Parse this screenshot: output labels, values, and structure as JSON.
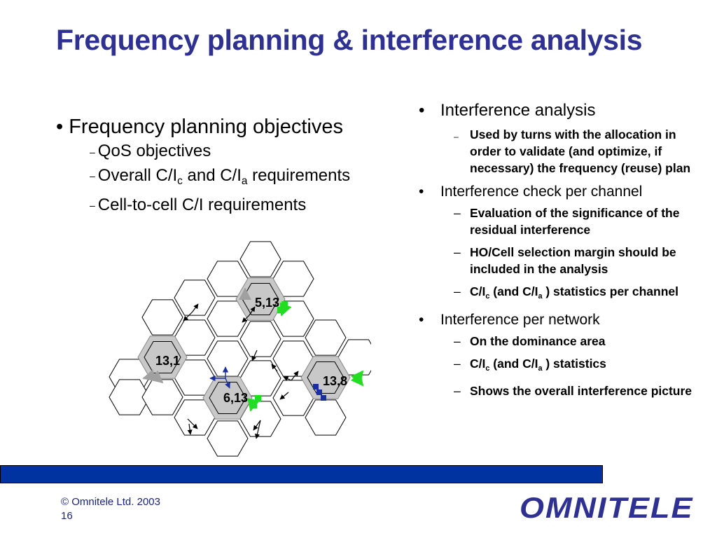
{
  "slide": {
    "title": "Frequency planning & interference analysis",
    "left": {
      "heading": "Frequency planning objectives",
      "items": {
        "qos": "QoS objectives",
        "overall_a": "Overall C/I",
        "overall_sub_c": "c",
        "overall_b": " and C/I",
        "overall_sub_a": "a",
        "overall_c": " requirements",
        "cell": "Cell-to-cell C/I requirements"
      }
    },
    "right": {
      "section1": {
        "heading": "Interference analysis",
        "item1": "Used by turns with the allocation in order to validate (and optimize, if necessary) the frequency (reuse) plan"
      },
      "section2": {
        "heading": "Interference check per channel",
        "item1": "Evaluation of the significance of the residual interference",
        "item2": "HO/Cell selection margin should be included in the analysis",
        "item3_a": "C/I",
        "item3_sub_c": "c",
        "item3_b": " (and C/I",
        "item3_sub_a": "a",
        "item3_c": " ) statistics per channel"
      },
      "section3": {
        "heading": "Interference per network",
        "item1": "On the dominance area",
        "item2_a": "C/I",
        "item2_sub_c": "c",
        "item2_b": " (and C/I",
        "item2_sub_a": "a",
        "item2_c": " ) statistics",
        "item3": "Shows the overall interference picture"
      }
    },
    "diagram": {
      "cells": [
        "5,13",
        "13,1",
        "13,8",
        "6,13"
      ],
      "colors": {
        "highlight_fill": "#c8c8c8",
        "green": "#22dd22",
        "blue": "#1a2fa0",
        "gray_arrow": "#a0a0a0"
      }
    },
    "footer": {
      "copyright": "© Omnitele Ltd. 2003",
      "page": "16",
      "logo": "OMNITELE"
    }
  }
}
